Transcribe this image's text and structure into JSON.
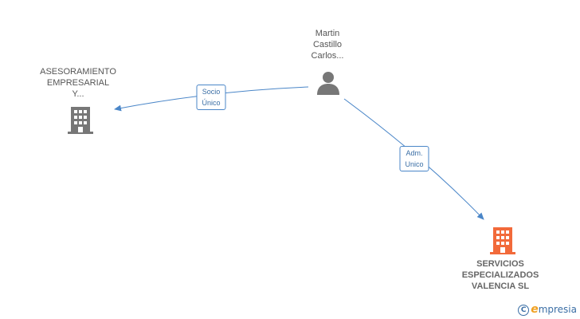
{
  "nodes": {
    "person": {
      "lines": [
        "Martin",
        "Castillo",
        "Carlos..."
      ],
      "icon": "person-icon",
      "color": "#777777"
    },
    "company_left": {
      "lines": [
        "ASESORAMIENTO",
        "EMPRESARIAL",
        "Y..."
      ],
      "icon": "building-icon",
      "color": "#777777"
    },
    "company_main": {
      "lines": [
        "SERVICIOS",
        "ESPECIALIZADOS",
        "VALENCIA SL"
      ],
      "icon": "building-icon",
      "color": "#f26a3a"
    }
  },
  "edges": {
    "socio": {
      "lines": [
        "Socio",
        "Único"
      ],
      "color": "#4a86c8"
    },
    "adm": {
      "lines": [
        "Adm.",
        "Unico"
      ],
      "color": "#4a86c8"
    }
  },
  "watermark": {
    "copyright_symbol": "C",
    "brand_first": "e",
    "brand_rest": "mpresia"
  }
}
